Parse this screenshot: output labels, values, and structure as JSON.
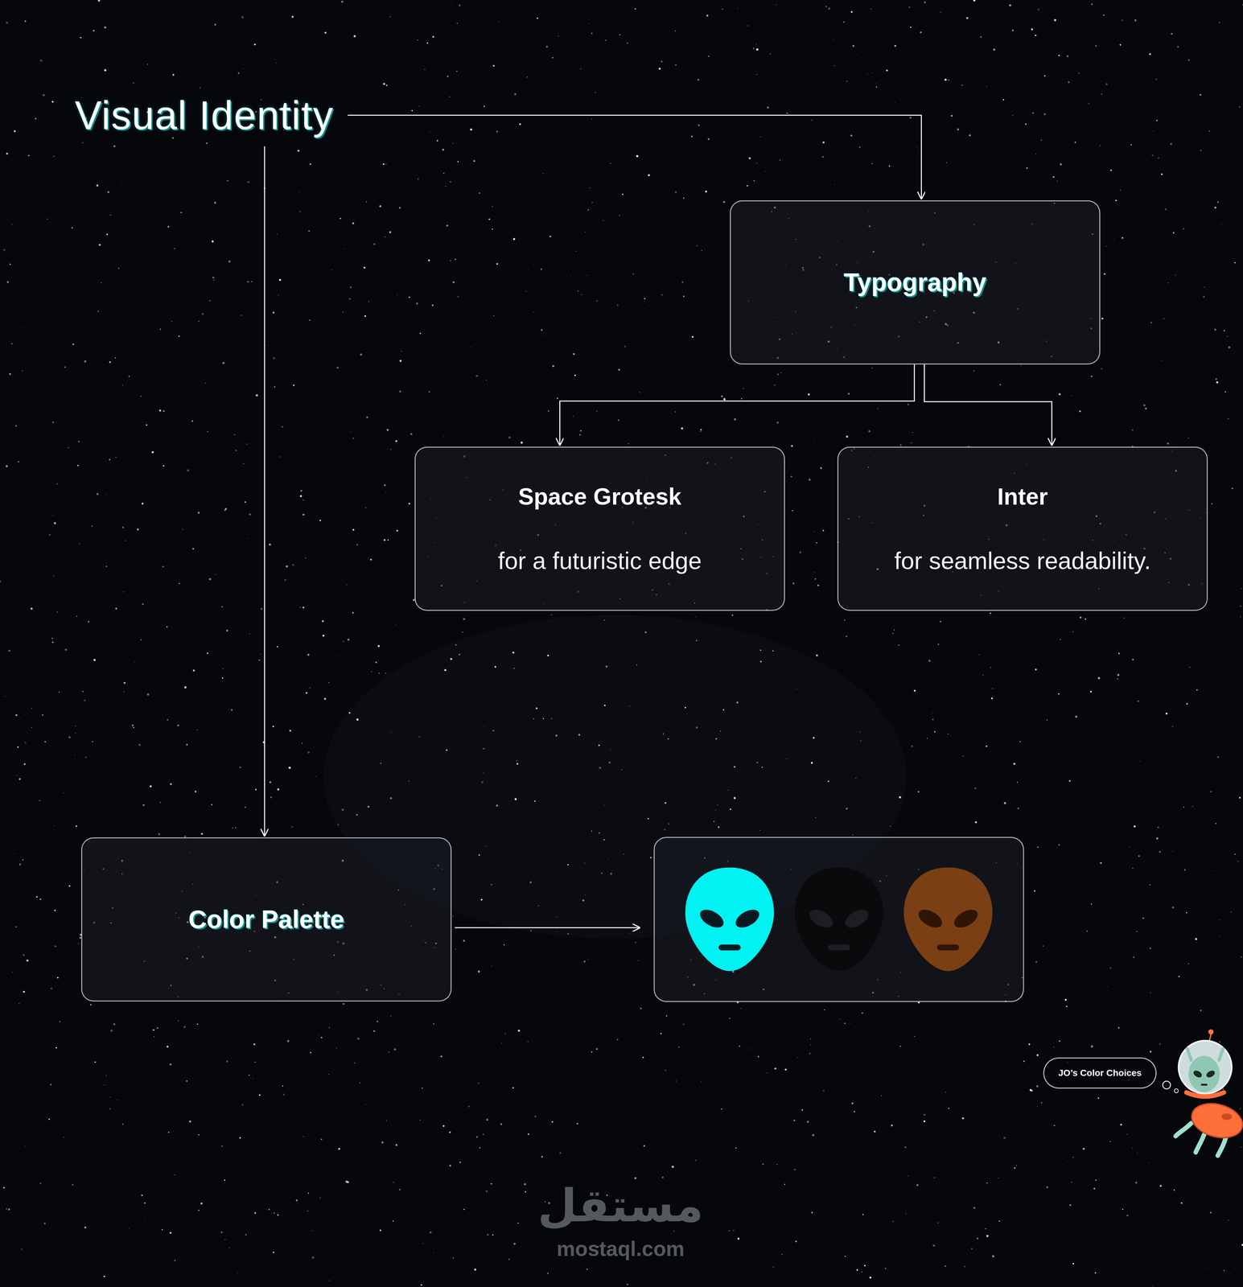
{
  "diagram": {
    "nodes": [
      {
        "text": [
          "Visual Identity"
        ]
      },
      {
        "text": [
          "Typography"
        ]
      },
      {
        "text": [
          "Space Grotesk",
          "for a futuristic edge"
        ]
      },
      {
        "text": [
          "Inter",
          "for seamless readability."
        ]
      },
      {
        "text": [
          "Color Palette"
        ]
      },
      {
        "text": [
          "JO’s Color Choices"
        ]
      }
    ],
    "edges": [
      {
        "from": 0,
        "to": 1,
        "arrow": "to"
      },
      {
        "from": 0,
        "to": 4,
        "arrow": "to"
      },
      {
        "from": 1,
        "to": 2,
        "arrow": "to"
      },
      {
        "from": 1,
        "to": 3,
        "arrow": "to"
      }
    ],
    "labels": [
      "مستقل",
      "mostaql.com"
    ]
  }
}
